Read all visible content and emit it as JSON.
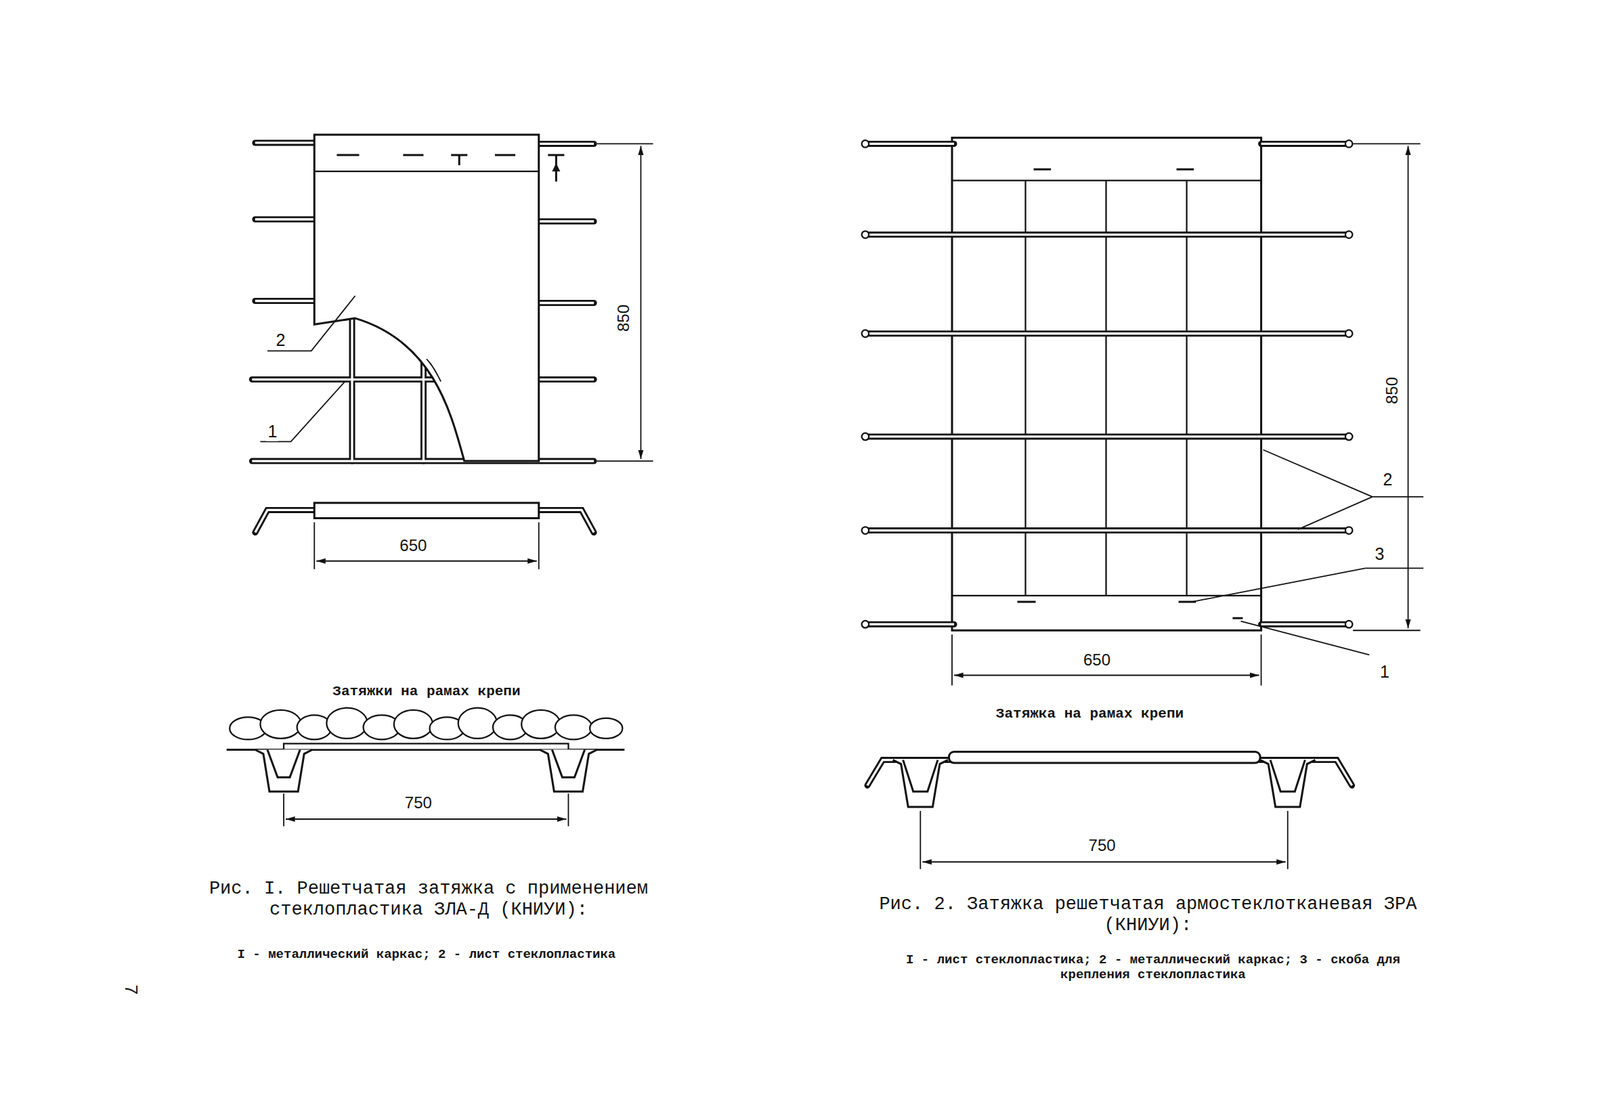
{
  "diagram": {
    "labels": [
      "2",
      "1",
      "850",
      "650",
      "Затяжки на рамах крепи",
      "750",
      "Рис. I. Решетчатая затяжка с применением стеклопластика ЗЛА-Д (КНИУИ):",
      "I - металлический каркас; 2 - лист стеклопластика",
      "850",
      "2",
      "3",
      "650",
      "1",
      "Затяжка на рамах крепи",
      "750",
      "Рис. 2. Затяжка решетчатая армостеклотканевая ЗРА (КНИУИ):",
      "I - лист стеклопластика; 2 - металлический каркас; 3 - скоба для крепления стеклопластика",
      "7"
    ]
  }
}
